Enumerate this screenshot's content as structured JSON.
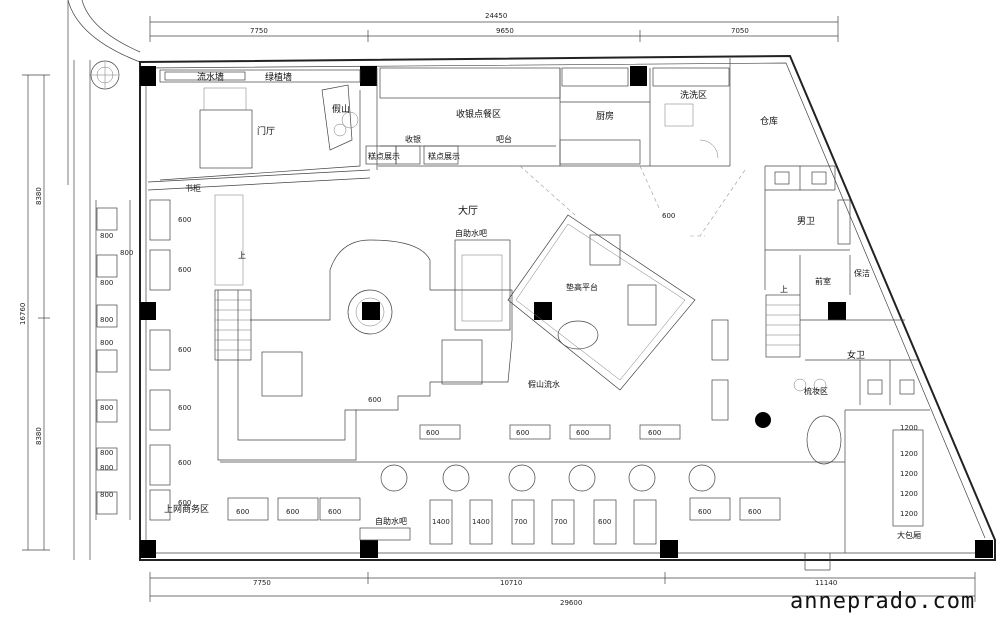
{
  "dimensions": {
    "top_total": "24450",
    "top_segments": [
      "7750",
      "9650",
      "7050"
    ],
    "bottom_total": "29600",
    "bottom_segments": [
      "7750",
      "10710",
      "11140"
    ],
    "left_total": "16760",
    "left_segments": [
      "8380",
      "8380"
    ]
  },
  "rooms": {
    "water_wall": "流水墙",
    "green_wall": "绿植墙",
    "rockery": "假山",
    "foyer": "门厅",
    "cashier_order": "收银点餐区",
    "cashier": "收银",
    "pastry_display_1": "糕点展示",
    "pastry_display_2": "糕点展示",
    "bar_counter": "吧台",
    "kitchen": "厨房",
    "washing": "洗洗区",
    "warehouse": "仓库",
    "bookshelf": "书柜",
    "hall": "大厅",
    "self_bar_top": "自助水吧",
    "raised_platform": "垫高平台",
    "rockery_pool": "假山流水",
    "mens_wc": "男卫",
    "cleaning": "保洁",
    "stair_room": "前室",
    "womens_wc": "女卫",
    "washroom": "梳妆区",
    "business_area": "上网商务区",
    "self_bar_bottom": "自助水吧",
    "private_room": "大包厢",
    "up_1": "上",
    "up_2": "上"
  },
  "table_dims": {
    "left_column": [
      "600",
      "600",
      "800",
      "800",
      "800",
      "800",
      "600",
      "800",
      "600",
      "800",
      "800",
      "600",
      "800",
      "600",
      "800"
    ],
    "center": [
      "600",
      "600",
      "600",
      "600",
      "600",
      "600"
    ],
    "bottom": [
      "600",
      "600",
      "600",
      "1400",
      "1400",
      "700",
      "700",
      "600",
      "600",
      "600",
      "1200",
      "1200",
      "1200",
      "1200",
      "1200"
    ]
  },
  "watermark": "anneprado.com"
}
